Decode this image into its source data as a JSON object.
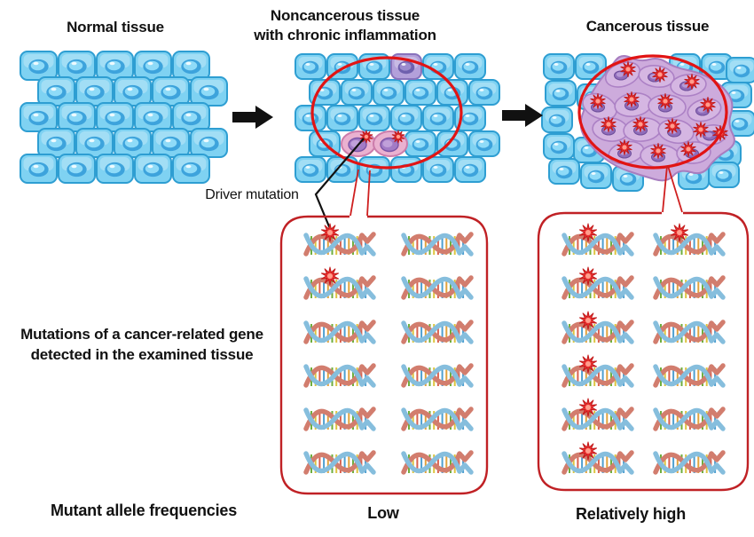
{
  "diagram": {
    "stages": [
      {
        "title": "Normal tissue"
      },
      {
        "title_line1": "Noncancerous tissue",
        "title_line2": "with chronic inflammation"
      },
      {
        "title": "Cancerous tissue"
      }
    ],
    "driver_mutation_label": "Driver mutation",
    "caption": {
      "line1": "Mutations of a cancer-related gene",
      "line2": "detected in the examined tissue"
    },
    "frequency_axis_label": "Mutant allele frequencies",
    "dna_panels": [
      {
        "stage": "Noncancerous tissue with chronic inflammation",
        "rows": 6,
        "cols": 2,
        "total_gene_copies": 12,
        "mutated_count": 2,
        "mutated_cells": [
          [
            0,
            0
          ],
          [
            1,
            0
          ]
        ],
        "frequency_label": "Low"
      },
      {
        "stage": "Cancerous tissue",
        "rows": 6,
        "cols": 2,
        "total_gene_copies": 12,
        "mutated_count": 7,
        "mutated_cells": [
          [
            0,
            0
          ],
          [
            0,
            1
          ],
          [
            1,
            0
          ],
          [
            2,
            0
          ],
          [
            3,
            0
          ],
          [
            4,
            0
          ],
          [
            5,
            0
          ]
        ],
        "frequency_label": "Relatively high"
      }
    ],
    "tissues": {
      "normal": {
        "mutated_cells": 0
      },
      "inflamed": {
        "inflamed_cells": 1,
        "driver_mutation_cells": 2
      },
      "cancerous": {
        "tumor_mutation_bursts": 15
      }
    },
    "colors": {
      "highlight_red": "#e11414",
      "panel_border_red": "#c02125",
      "burst_red": "#ee3333",
      "cell_blue": "#7fd2f2",
      "tumor_purple": "#cdabdc",
      "pink_cell": "#eab1d0",
      "text_black": "#111111"
    }
  }
}
